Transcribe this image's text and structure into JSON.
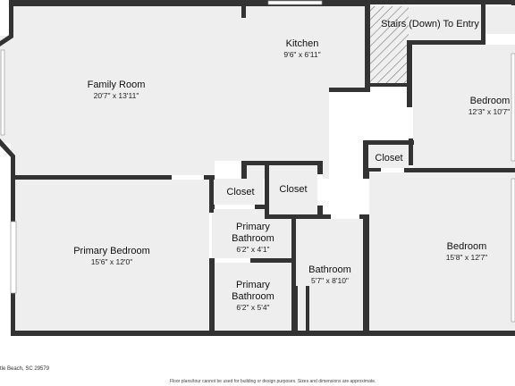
{
  "rooms": [
    {
      "id": "family-room",
      "name": "Family Room",
      "dims": "20'7\" x 13'11\""
    },
    {
      "id": "kitchen",
      "name": "Kitchen",
      "dims": "9'6\" x 6'11\""
    },
    {
      "id": "stairs",
      "name": "Stairs (Down) To Entry",
      "dims": ""
    },
    {
      "id": "bedroom-upper",
      "name": "Bedroom",
      "dims": "12'3\" x 10'7\""
    },
    {
      "id": "closet-right",
      "name": "Closet",
      "dims": ""
    },
    {
      "id": "closet-left",
      "name": "Closet",
      "dims": ""
    },
    {
      "id": "closet-center",
      "name": "Closet",
      "dims": ""
    },
    {
      "id": "primary-bedroom",
      "name": "Primary Bedroom",
      "dims": "15'6\" x 12'0\""
    },
    {
      "id": "primary-bathroom-upper",
      "name": "Primary\nBathroom",
      "dims": "6'2\" x 4'1\""
    },
    {
      "id": "primary-bathroom-lower",
      "name": "Primary\nBathroom",
      "dims": "6'2\" x 5'4\""
    },
    {
      "id": "bathroom",
      "name": "Bathroom",
      "dims": "5'7\" x 8'10\""
    },
    {
      "id": "bedroom-lower",
      "name": "Bedroom",
      "dims": "15'8\" x 12'7\""
    }
  ],
  "footer": {
    "location": "tle Beach, SC 29579",
    "disclaimer": "Floor plans/tour cannot be used for building or design purposes. Sizes and dimensions are approximate."
  },
  "colors": {
    "wall": "#333333",
    "floor": "#eeeeee",
    "background": "#ffffff"
  }
}
